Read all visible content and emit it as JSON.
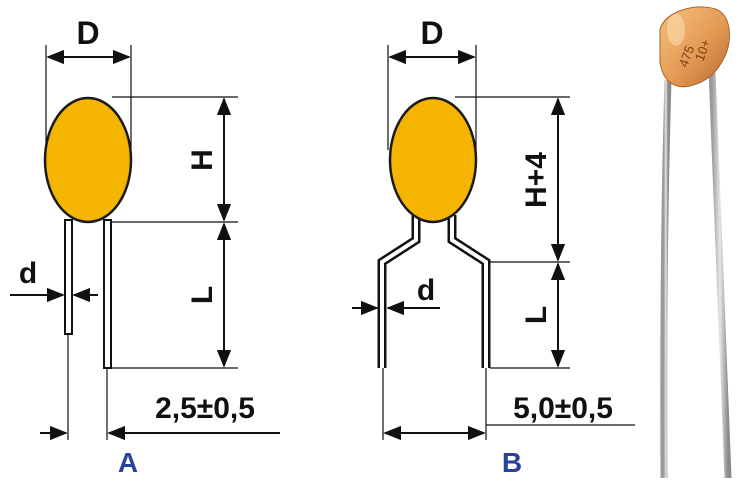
{
  "colors": {
    "capacitor_body": "#f5b400",
    "capacitor_outline": "#1a1a1a",
    "lines": "#111111",
    "variant_label": "#2b3f9e",
    "photo_body": "#e8a060",
    "photo_lead": "#c9c9c9"
  },
  "diagram_a": {
    "label": "A",
    "dim_body_width": "D",
    "dim_body_height": "H",
    "dim_lead_length": "L",
    "dim_lead_diameter": "d",
    "dim_pitch": "2,5±0,5"
  },
  "diagram_b": {
    "label": "B",
    "dim_body_width": "D",
    "dim_body_height": "H+4",
    "dim_lead_length": "L",
    "dim_lead_diameter": "d",
    "dim_pitch": "5,0±0,5"
  },
  "photo": {
    "body_marking_line1": "475",
    "body_marking_line2": "10+"
  }
}
